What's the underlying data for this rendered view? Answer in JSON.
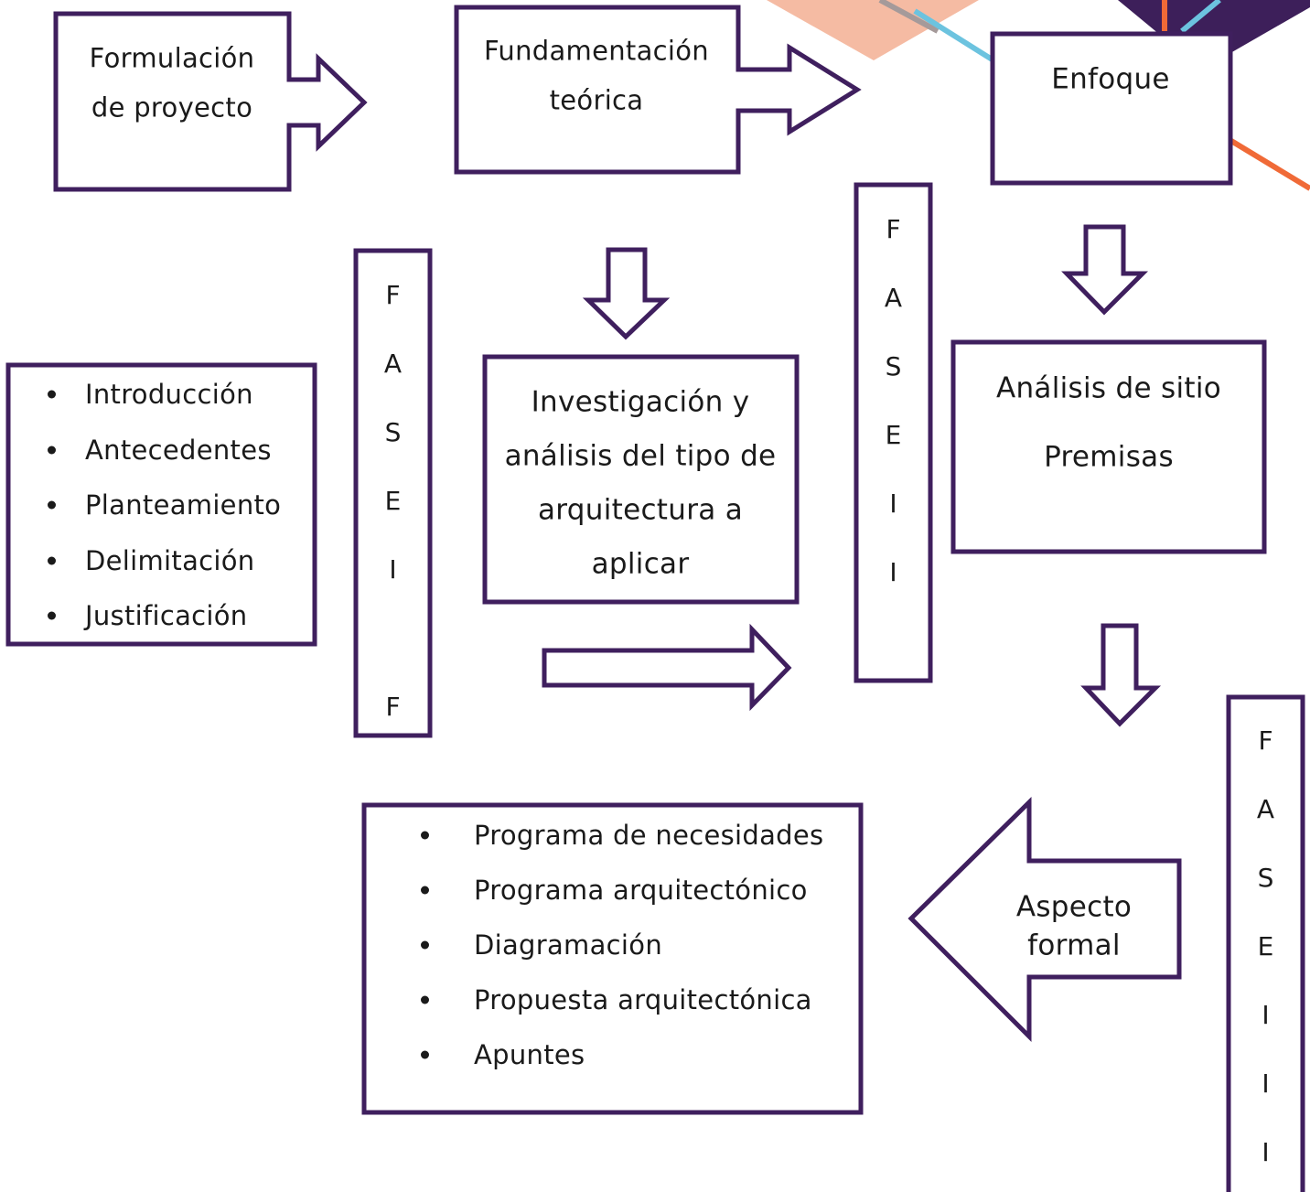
{
  "theme": {
    "stroke": "#3f1f5e",
    "accent_dark": "#3d1f5a",
    "accent_peach": "#f5bba3",
    "accent_blue": "#6cc3df",
    "accent_orange": "#f06a37",
    "accent_gray": "#a59a9a"
  },
  "boxes": {
    "formulacion": {
      "line1": "Formulación",
      "line2": "de proyecto"
    },
    "fundamentacion": {
      "line1": "Fundamentación",
      "line2": "teórica"
    },
    "enfoque": {
      "title": "Enfoque"
    },
    "investigacion": {
      "line1": "Investigación y",
      "line2": "análisis del tipo de",
      "line3": "arquitectura a",
      "line4": "aplicar"
    },
    "analisis": {
      "line1": "Análisis de sitio",
      "line2": "Premisas"
    },
    "aspecto": {
      "line1": "Aspecto",
      "line2": "formal"
    }
  },
  "fase_labels": {
    "fase1": [
      "F",
      "A",
      "S",
      "E",
      "I",
      "F"
    ],
    "fase2": [
      "F",
      "A",
      "S",
      "E",
      "I",
      "I"
    ],
    "fase3": [
      "F",
      "A",
      "S",
      "E",
      "I",
      "I",
      "I"
    ]
  },
  "list_left": [
    "Introducción",
    "Antecedentes",
    "Planteamiento",
    "Delimitación",
    "Justificación"
  ],
  "list_bottom": [
    "Programa de necesidades",
    "Programa arquitectónico",
    "Diagramación",
    "Propuesta arquitectónica",
    "Apuntes"
  ]
}
